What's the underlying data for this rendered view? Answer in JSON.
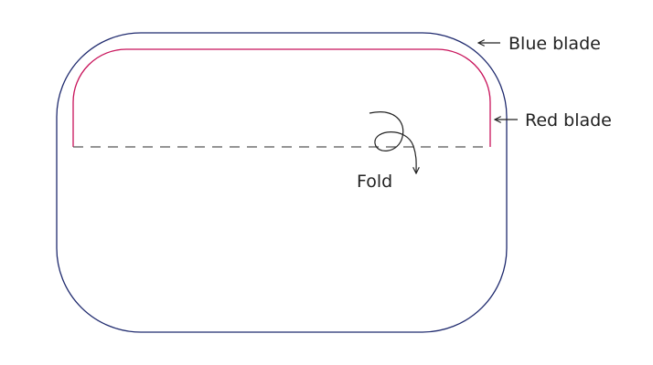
{
  "labels": {
    "blue_blade": "Blue blade",
    "red_blade": "Red blade",
    "fold": "Fold"
  },
  "colors": {
    "blue_blade": "#1f2a6e",
    "red_blade": "#c8125a",
    "fold_line": "#555555",
    "annotation": "#222222"
  }
}
